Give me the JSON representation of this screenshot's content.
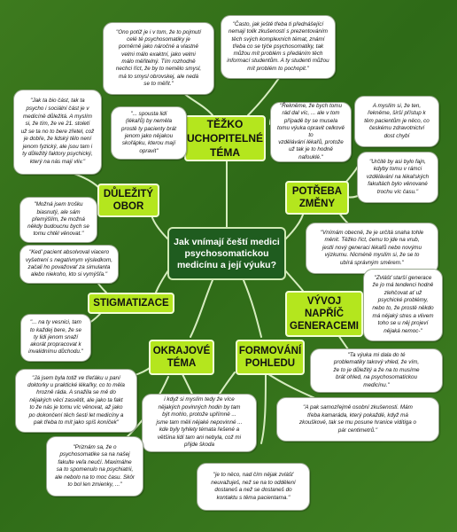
{
  "center": {
    "text": "Jak vnímají čeští medici psychosomatickou medicínu a její výuku?"
  },
  "topics": {
    "tezko": "TĚŽKO UCHOPITELNÉ TÉMA",
    "dulezity": "DŮLEŽITÝ OBOR",
    "potreba": "POTŘEBA ZMĚNY",
    "stigmatizace": "STIGMATIZACE",
    "vyvoj": "VÝVOJ NAPŘÍČ GENERACEMI",
    "okrajove": "OKRAJOVÉ TÉMA",
    "formovani": "FORMOVÁNÍ POHLEDU"
  },
  "quotes": {
    "q1": "\"Ono potíž je i v tom, že to pojmutí\ncelé té psychosomatiky je\nporněrně jako náročné a vlastně\nvelmi málo exaktní, jako velmi\nmálo měřitelný. Tím rozhodně\nnechci říct, že by to nemělo smysl,\nmá to smysl obrovskej, ale nedá\nse to měřit.\"",
    "q2": "\"Často, jak ještě třeba ti přednášející\nnemají tolik zkušeností s prezentováním\ntěch svých komplexních témat, známí\ntřeba co se týče psychosomatiky, tak\nmůžou mít problém s předáním těch\ninformací studentům. A ty studenti můžou\nmít problém to pochopit.\"",
    "q3": "\"Jak ta bio část, tak ta\npsycho i sociální část je v\nmedicíně důležitá. A myslím\nsi, že tím, že ve 21. století\nuž se ta no to bere zřetel, což\nje dobře, že lidský tělo není\njenom fyzický, ale jsou tam i\nty důležitý faktory psychický,\nkterý na nás mají vliv.\"",
    "q4": "\"... spousta lidí\n(lékařů) by neměla\nprostě ty pacienty brát\njenom jako nějakou\nskořápku, kterou mají\nopravit\"",
    "q5": "\"Řekněme, že bych tomu\nrád dal víc, ... ale v tom\npřípadě by se musela\ntomu výuka opravit celkově to\nvzdělávání lékařů, protože\nuž tak je to hodně\nnafouklé.\"",
    "q6": "A myslím si, že ten,\nřekněme, širší přístup k\ntěm pacientům je něco, co\nčeskému zdravotnictví\ndost chybí",
    "q7": "\"Určitě by asi bylo fajn,\nkdyby tomu v rámci\nvzdělávání na lékařských\nfakultách bylo věnované\ntrochu víc času.\"",
    "q8": "\"Možná jsem trošku\nbiasnutý, ale sám\npřemýšlím, že možná\nněkdy budoucnu bych se\ntomu chtěl věnovat.\"",
    "q9": "\"Vnímám obecně, že je určitá snaha tohle\nměnit. Těžko říct, čemu to jde na vrub,\njestli nový generaci lékařů nebo novýmu\nvýzkumu. Nicméně myslím si, že se to\nubírá správným směrem.\"",
    "q10": "\"Ked' pacient absolvoval viacero\nvyšetrení s negatívnym výsledkom,\nzačali ho považovať za simulanta\nalebo niekoho, kto si vymýšľa.\"",
    "q11": "\"Zvlášť starší generace\nže jo má tendenci hodně\nzlehčovat ať už\npsychické problémy,\nnebo to, že prostě někdo\nmá nějaký stres a vlivem\ntoho se u něj projeví\nnějaká nemoc-\"",
    "q12": "\"... na ty vesnici, tam\nto každej bere, že se\nty lidi jenom snaží\nakorát propracovat k\ninvalidnímu důchodu.\"",
    "q13": "\"Ta výuka mi dala do té\nproblematiky takový vhled, že vím,\nže to je důležitý a že na to musíme\nbrát ohled, na psychosomatickou\nmedicínu.\"",
    "q14": "\"Já jsem byla totiž ve třeťáku u paní\ndoktorky u praktické lékařky, co to měla\nhrozně ráda. A snažila se mě do\nnějakých věcí zasvětit, ale jako ta fakt\nto že nás je tomu víc věnovat, až jako\npo dokončení těch šesti let medicíny a\npak třeba to mít jako spíš koníček\"",
    "q15": "i když si myslím tedy že více\nnějakých povinných hodin by tam\nbýt mohlo, protože upřímně ...\njsme tam měli nějaké nepovinné ...\nkde byly tyhlety témata řešené a\nvětšina lidí tam ani nebyla, což mi\npřijde škoda",
    "q16": "\"A pak samozřejmě osobní zkušenosti. Mám\ntřeba kamaráda, který pokaždé, když má\nzkouškové, tak se mu posune hranice viditiga o\npár centimetrů.\"",
    "q17": "\"Priznám sa, že o\npsychosomatike sa na našej\nfakulte veľa neučí. Maximálne\nsa to spomenulo na psychiatrii,\nale nebolo na to moc času. Skôr\nto bol len zmienky, ...\"",
    "q18": "\"je to něco, nad čím nějak zvlášť\nneuvažuješ, než se na to oddělení\ndostaneš a než se dostaneš do\nkontaktu s těma pacientama.\""
  },
  "colors": {
    "background": "#3d7a1e",
    "center_fill": "#1f5c1f",
    "topic_fill": "#b4e61e",
    "link": "#d6ecc0"
  }
}
